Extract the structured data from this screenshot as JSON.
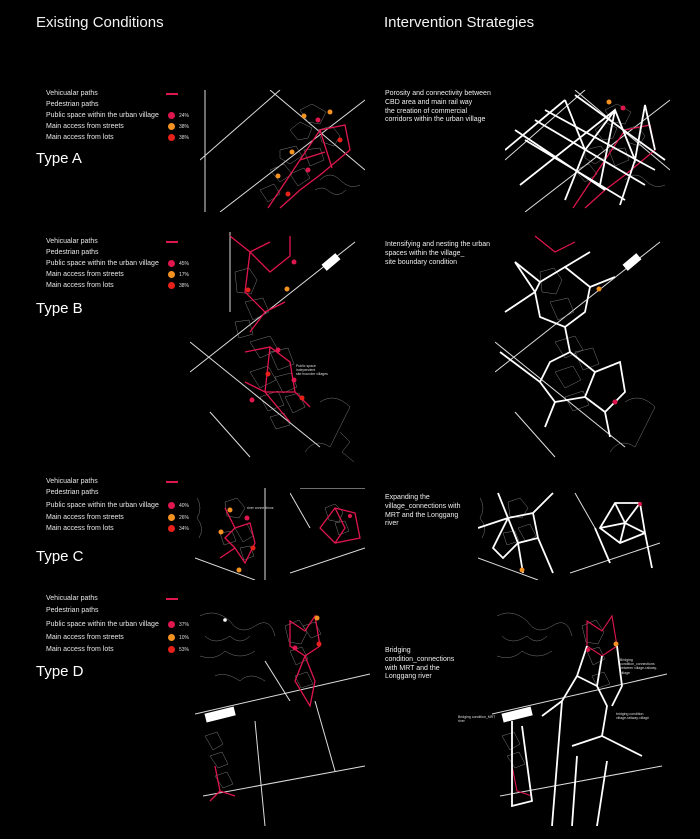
{
  "headers": {
    "existing": "Existing Conditions",
    "intervention": "Intervention Strategies"
  },
  "colors": {
    "public_space": "#e0164e",
    "streets": "#f39220",
    "lots": "#e8201a",
    "vehicular": "#e0164e"
  },
  "legend_labels": {
    "vehicular": "Vehicualar paths",
    "pedestrian": "Pedestrian paths",
    "public_space": "Public space within the urban village",
    "streets": "Main access from  streets",
    "lots": "Main access from  lots"
  },
  "types": [
    {
      "label": "Type A",
      "pcts": {
        "public_space": "24%",
        "streets": "38%",
        "lots": "38%"
      },
      "map_notes": [],
      "strategy": "Porosity and connectivity between\nCBD area  and main rail way\n the creation of  commercial\ncorridors within the urban village",
      "strategy_notes": []
    },
    {
      "label": "Type B",
      "pcts": {
        "public_space": "45%",
        "streets": "17%",
        "lots": "38%"
      },
      "map_notes": [
        "Public space\nindependent\nsite bounder villages"
      ],
      "strategy": "Intensifying  and nesting the urban\nspaces  within  the village_\n site boundary condition",
      "strategy_notes": []
    },
    {
      "label": "Type C",
      "pcts": {
        "public_space": "40%",
        "streets": "26%",
        "lots": "34%"
      },
      "map_notes": [
        "river connections"
      ],
      "strategy": "Expanding the\nvillage_connections with\nMRT  and  the Longgang\nriver",
      "strategy_notes": []
    },
    {
      "label": "Type D",
      "pcts": {
        "public_space": "37%",
        "streets": "10%",
        "lots": "53%"
      },
      "map_notes": [],
      "strategy": "Bridging\ncondition_connections\nwith  MRT  and  the\nLonggang river",
      "strategy_notes": [
        "Bridging\ncondition_connections\nbetween village-railway-\nvillage",
        "bridging condition\nvillage-railway-village",
        "Bridging condition_MRT\nriver"
      ]
    }
  ]
}
